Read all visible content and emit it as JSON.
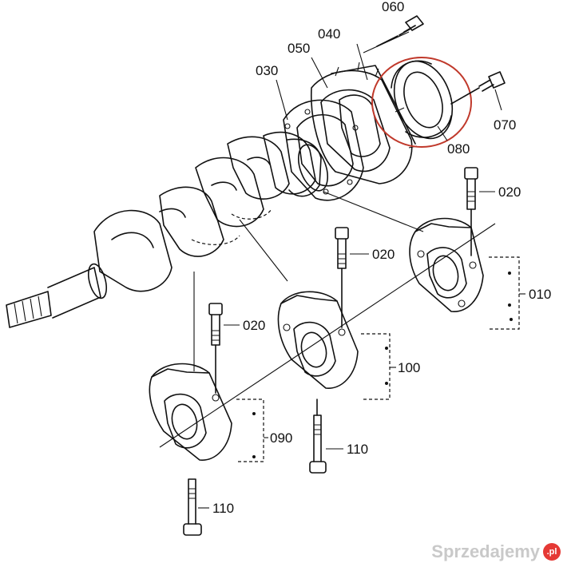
{
  "parts": {
    "p060": "060",
    "p040": "040",
    "p050": "050",
    "p030": "030",
    "p070": "070",
    "p080": "080",
    "p020a": "020",
    "p020b": "020",
    "p020c": "020",
    "p010": "010",
    "p100": "100",
    "p090": "090",
    "p110a": "110",
    "p110b": "110"
  },
  "watermark": {
    "text": "Sprzedajemy",
    "badge": ".pl"
  },
  "colors": {
    "ink": "#111111",
    "highlight": "#c0392b",
    "watermark": "#c9c9c9"
  }
}
